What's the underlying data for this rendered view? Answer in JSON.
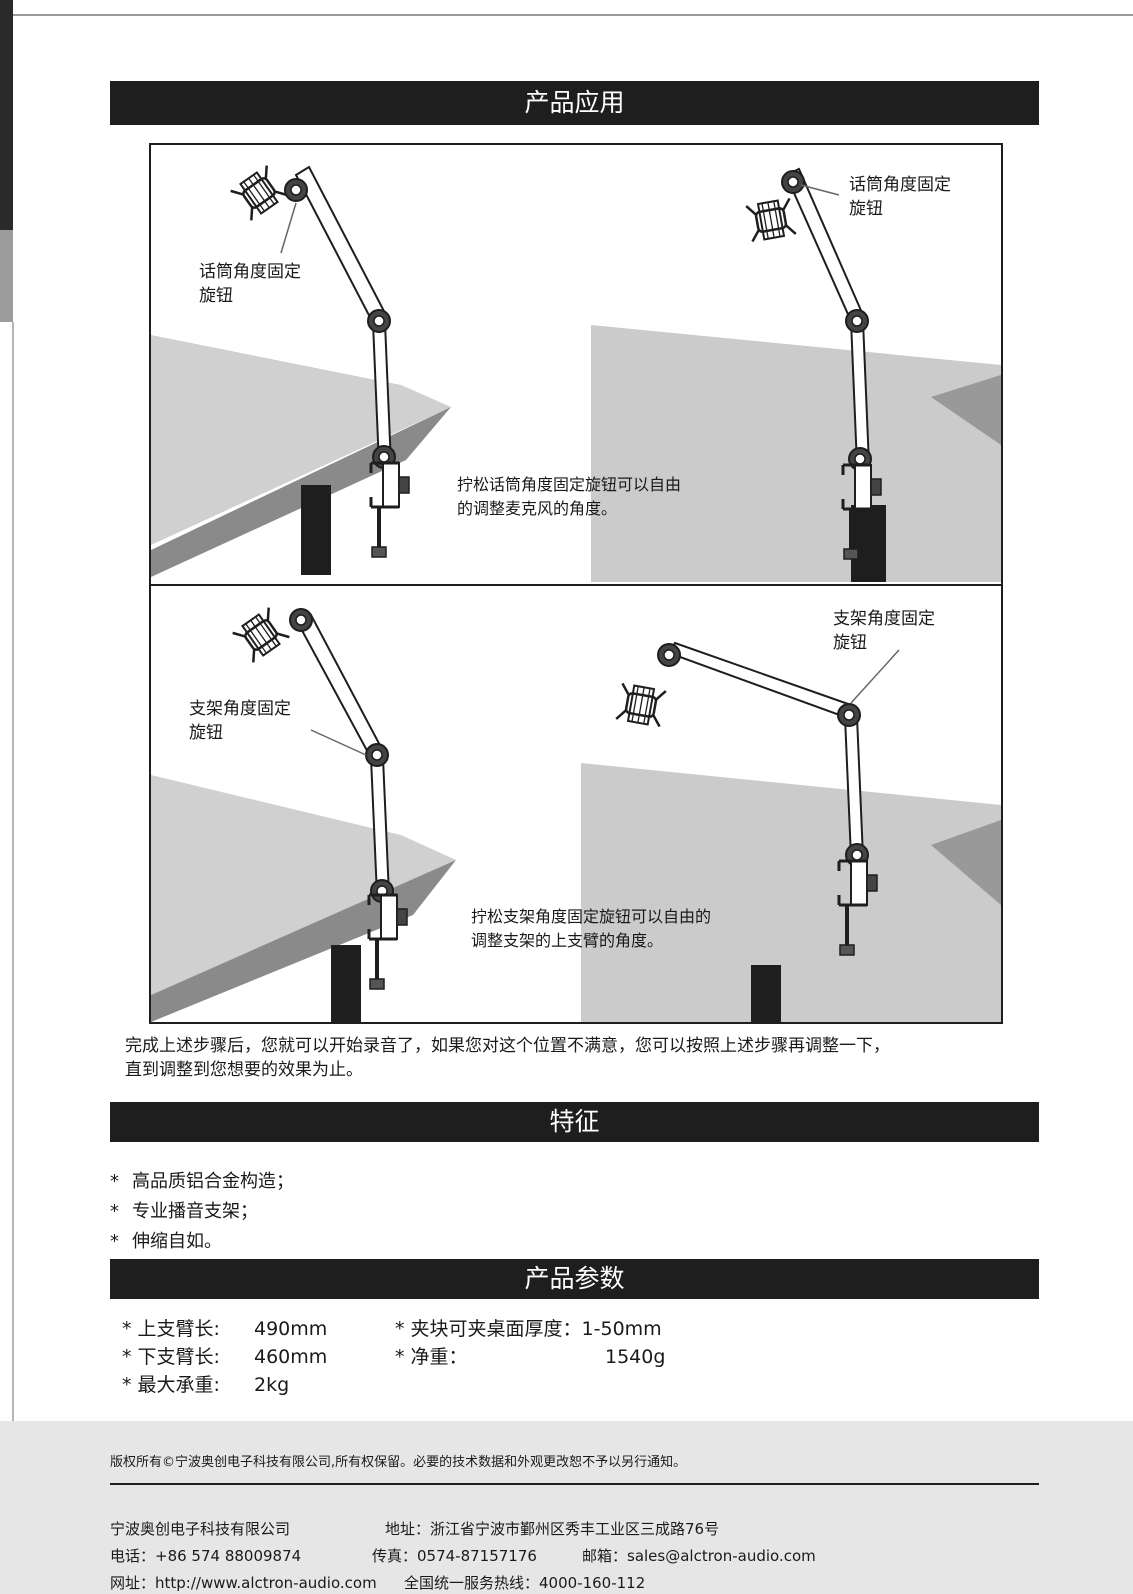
{
  "sections": {
    "application_title": "产品应用",
    "features_title": "特征",
    "params_title": "产品参数"
  },
  "illustrations": {
    "top_left_callout": [
      "话筒角度固定",
      "旋钮"
    ],
    "top_right_callout": [
      "话筒角度固定",
      "旋钮"
    ],
    "top_note": [
      "拧松话筒角度固定旋钮可以自由",
      "的调整麦克风的角度。"
    ],
    "bottom_left_callout": [
      "支架角度固定",
      "旋钮"
    ],
    "bottom_right_callout": [
      "支架角度固定",
      "旋钮"
    ],
    "bottom_note": [
      "拧松支架角度固定旋钮可以自由的",
      "调整支架的上支臂的角度。"
    ]
  },
  "summary": [
    "完成上述步骤后，您就可以开始录音了，如果您对这个位置不满意，您可以按照上述步骤再调整一下，",
    "直到调整到您想要的效果为止。"
  ],
  "features": [
    {
      "star": "*",
      "text": "高品质铝合金构造；"
    },
    {
      "star": "*",
      "text": "专业播音支架；"
    },
    {
      "star": "*",
      "text": "伸缩自如。"
    }
  ],
  "specs": {
    "upper_arm": {
      "label": "* 上支臂长:",
      "value": "490mm"
    },
    "lower_arm": {
      "label": "* 下支臂长:",
      "value": "460mm"
    },
    "max_load": {
      "label": "* 最大承重:",
      "value": "2kg"
    },
    "clamp": {
      "label": "* 夹块可夹桌面厚度：",
      "value": "1-50mm"
    },
    "net_weight": {
      "label": "* 净重：",
      "value": "1540g"
    }
  },
  "footer": {
    "copyright": "版权所有©宁波奥创电子科技有限公司,所有权保留。必要的技术数据和外观更改恕不予以另行通知。",
    "company": "宁波奥创电子科技有限公司",
    "address": "地址：浙江省宁波市鄞州区秀丰工业区三成路76号",
    "phone": "电话：+86 574 88009874",
    "fax": "传真：0574-87157176",
    "email": "邮箱：sales@alctron-audio.com",
    "website": "网址：http://www.alctron-audio.com",
    "hotline": "全国统一服务热线：4000-160-112"
  }
}
